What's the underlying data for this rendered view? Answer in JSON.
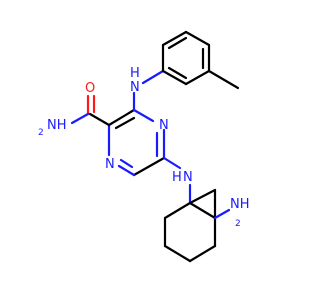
{
  "atoms": {
    "carbonyl_o": "O",
    "amide_n": "NH",
    "amide_h2": "2",
    "ring_n_top": "N",
    "ring_n_left": "N",
    "aniline_nh": "N",
    "aniline_h": "H",
    "amino_nh": "N",
    "amino_h": "H",
    "cyclohexyl_nh2": "NH",
    "cyclohexyl_h2": "2"
  },
  "colors": {
    "bond": "#000000",
    "nitrogen": "#1a1aff",
    "oxygen": "#ff1a1a"
  }
}
